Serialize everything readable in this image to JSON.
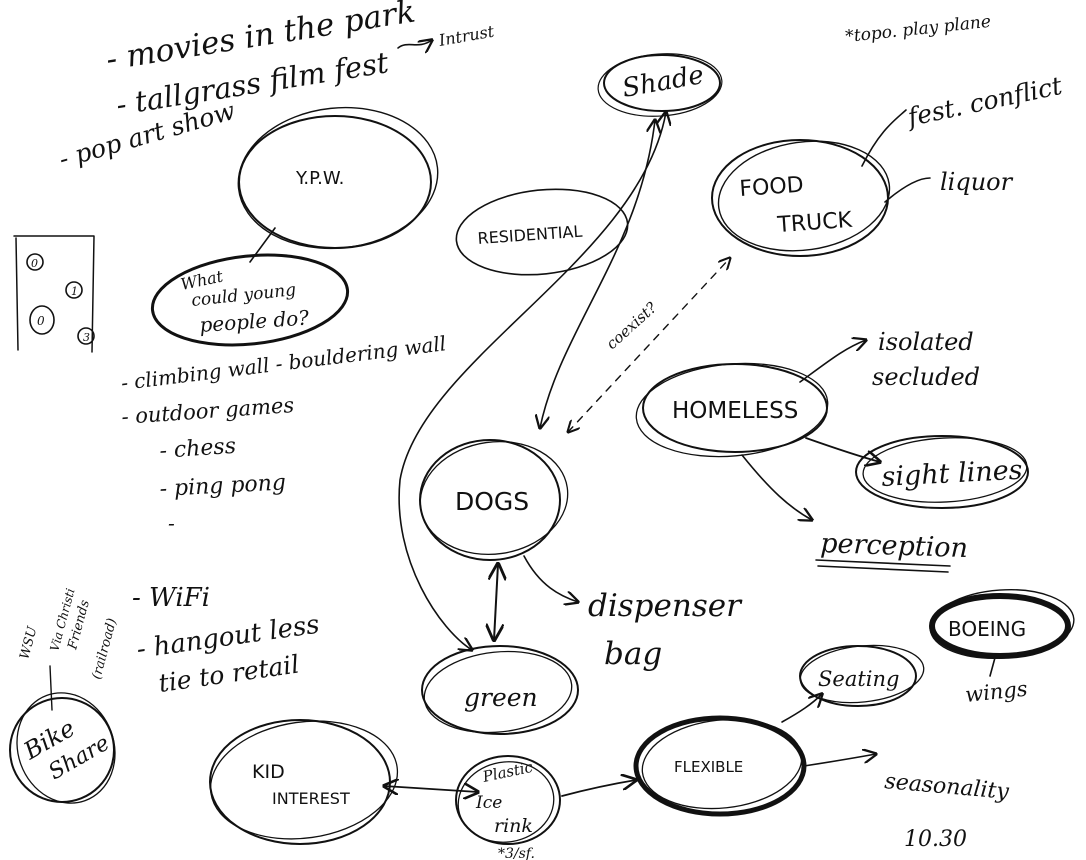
{
  "corner_note": "*topo. play plane",
  "top_list": [
    "- movies in the park",
    "- tallgrass film fest",
    "- pop art show"
  ],
  "intrust": "Intrust",
  "nodes": {
    "ypw": "Y.P.W.",
    "young_people": [
      "What",
      "could young",
      "people do?"
    ],
    "shade": "Shade",
    "residential": "RESIDENTIAL",
    "food_truck": [
      "FOOD",
      "TRUCK"
    ],
    "homeless": "HOMELESS",
    "sight_lines": "sight lines",
    "dogs": "DOGS",
    "green": "green",
    "kid_interest": [
      "KID",
      "INTEREST"
    ],
    "plastic_ice_rink": [
      "Plastic",
      "Ice",
      "rink"
    ],
    "flexible": "FLEXIBLE",
    "seating": "Seating",
    "boeing": "BOEING",
    "bike_share": [
      "Bike",
      "Share"
    ]
  },
  "notes": {
    "fest_conflict": "fest. conflict",
    "liquor": "liquor",
    "coexist": "coexist?",
    "isolated": [
      "isolated",
      "secluded"
    ],
    "perception": "perception",
    "dispenser": [
      "dispenser",
      "bag"
    ],
    "wings": "wings",
    "seasonality": "seasonality",
    "price": "*3/sf.",
    "date": "10.30",
    "wifi": "- WiFi",
    "hangout": [
      "- hangout less",
      "tie to retail"
    ],
    "wsu": [
      "WSU",
      "Via Christi",
      "Friends",
      "(railroad)"
    ]
  },
  "activities": [
    "- climbing wall - bouldering wall",
    "- outdoor games",
    "- chess",
    "- ping pong",
    "-"
  ],
  "side_markers": [
    "0",
    "1",
    "0",
    "3"
  ]
}
